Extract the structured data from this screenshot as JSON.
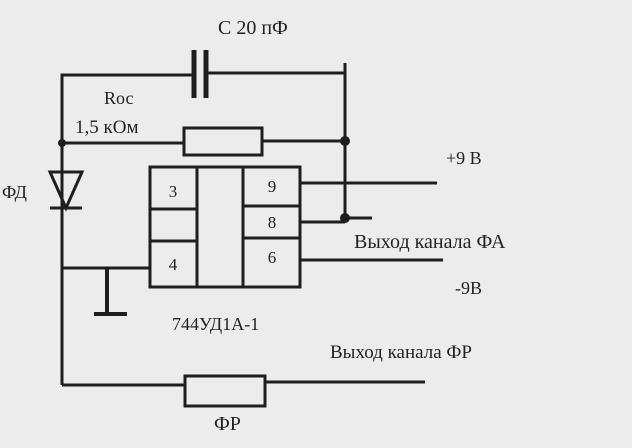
{
  "capacitor": {
    "label": "С 20 пФ"
  },
  "feedback_resistor": {
    "name": "Rос",
    "value": "1,5 кОм"
  },
  "photodiode": {
    "label": "ФД"
  },
  "chip": {
    "name": "744УД1А-1",
    "left_pins": [
      "3",
      "",
      "4"
    ],
    "right_pins": [
      "9",
      "8",
      "6"
    ]
  },
  "supply": {
    "positive": "+9 В",
    "negative": "-9В"
  },
  "outputs": {
    "fa": "Выход канала ФА",
    "fr": "Выход канала ФР"
  },
  "fr_resistor": {
    "label": "ФР"
  }
}
